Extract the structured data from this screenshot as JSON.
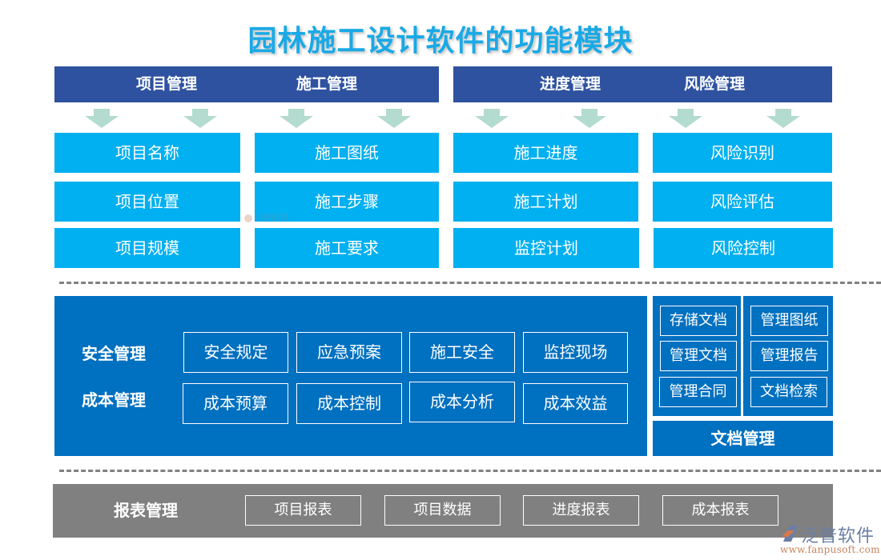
{
  "title": "园林施工设计软件的功能模块",
  "top_sections": [
    {
      "label": "项目管理",
      "items": [
        "项目名称",
        "项目位置",
        "项目规模"
      ]
    },
    {
      "label": "施工管理",
      "items": [
        "施工图纸",
        "施工步骤",
        "施工要求"
      ]
    },
    {
      "label": "进度管理",
      "items": [
        "施工进度",
        "施工计划",
        "监控计划"
      ]
    },
    {
      "label": "风险管理",
      "items": [
        "风险识别",
        "风险评估",
        "风险控制"
      ]
    }
  ],
  "middle": {
    "rows": [
      {
        "label": "安全管理",
        "items": [
          "安全规定",
          "应急预案",
          "施工安全",
          "监控现场"
        ]
      },
      {
        "label": "成本管理",
        "items": [
          "成本预算",
          "成本控制",
          "成本分析",
          "成本效益"
        ]
      }
    ]
  },
  "documents": {
    "title": "文档管理",
    "left_items": [
      "存储文档",
      "管理文档",
      "管理合同"
    ],
    "right_items": [
      "管理图纸",
      "管理报告",
      "文档检索"
    ]
  },
  "reports": {
    "label": "报表管理",
    "items": [
      "项目报表",
      "项目数据",
      "进度报表",
      "成本报表"
    ]
  },
  "watermark": {
    "brand": "泛普软件",
    "url": "www.fanpusoft.com"
  },
  "colors": {
    "title": "#1aa9e6",
    "header_bar": "#2e52a0",
    "arrow": "#b4dbd0",
    "item_box": "#00b0f0",
    "mid_block": "#0070c0",
    "report_bar": "#808080",
    "dash": "#808080"
  }
}
